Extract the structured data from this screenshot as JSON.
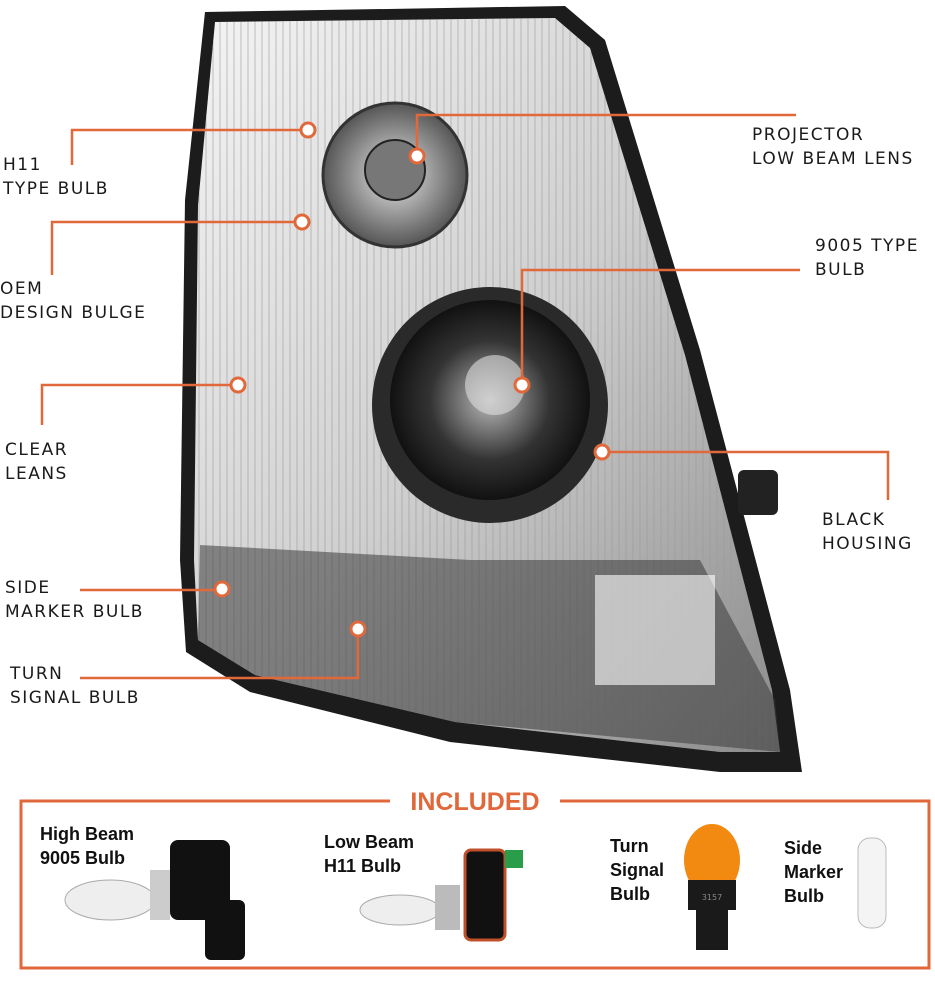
{
  "accent_color": "#e0683a",
  "callouts": {
    "h11": [
      "H11",
      "TYPE BULB"
    ],
    "projector": [
      "PROJECTOR",
      "LOW BEAM LENS"
    ],
    "bulge": [
      "OEM",
      "DESIGN BULGE"
    ],
    "b9005": [
      "9005 TYPE",
      "BULB"
    ],
    "clear": [
      "CLEAR",
      "LEANS"
    ],
    "housing": [
      "BLACK",
      "HOUSING"
    ],
    "side": [
      "SIDE",
      "MARKER BULB"
    ],
    "turn": [
      "TURN",
      "SIGNAL BULB"
    ]
  },
  "included": {
    "title": "INCLUDED",
    "items": [
      {
        "lines": [
          "High Beam",
          "9005 Bulb"
        ]
      },
      {
        "lines": [
          "Low Beam",
          "H11 Bulb"
        ]
      },
      {
        "lines": [
          "Turn",
          "Signal",
          "Bulb"
        ],
        "code": "3157"
      },
      {
        "lines": [
          "Side",
          "Marker",
          "Bulb"
        ]
      }
    ]
  }
}
